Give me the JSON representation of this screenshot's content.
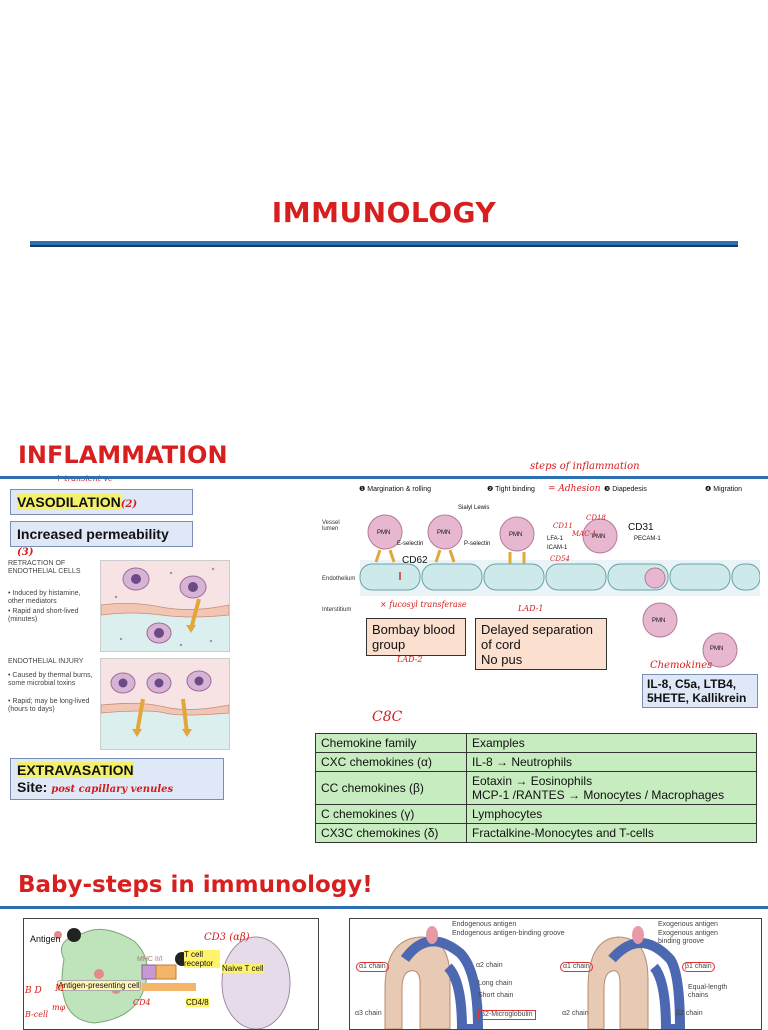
{
  "title": "IMMUNOLOGY",
  "inflammation": {
    "heading": "INFLAMMATION",
    "vasodilation": "VASODILATION",
    "vasodilation_note": "(2)",
    "permeability": "Increased permeability",
    "permeability_note": "(3)",
    "transient_note": "↑ transient vc",
    "retraction_title": "RETRACTION OF ENDOTHELIAL CELLS",
    "retraction_bullets": [
      "• Induced by histamine, other mediators",
      "• Rapid and short-lived (minutes)"
    ],
    "injury_title": "ENDOTHELIAL INJURY",
    "injury_bullets": [
      "• Caused by thermal burns, some microbial toxins",
      "• Rapid; may be long-lived (hours to days)"
    ],
    "extravasation": "EXTRAVASATION",
    "site_label": "Site:",
    "site_value": "post capillary venules"
  },
  "extravasation_figure": {
    "steps_note": "steps of inflammation",
    "step1": "Margination & rolling",
    "step2": "Tight binding",
    "step2_note": "= Adhesion",
    "step3": "Diapedesis",
    "step4": "Migration",
    "vessel_lumen": "Vessel lumen",
    "endothelium": "Endothelium",
    "interstitium": "Interstitium",
    "pmn": "PMN",
    "sialyl": "Sialyl Lewis",
    "e_selectin": "E-selectin",
    "p_selectin": "P-selectin",
    "cd62": "CD62",
    "lfa1": "LFA-1",
    "icam1": "ICAM-1",
    "cd31": "CD31",
    "pecam": "PECAM-1",
    "cd11": "CD11",
    "cd18": "CD18",
    "mac1": "MAC-1",
    "cd54": "CD54",
    "fucosyl": "× fucosyl transferase",
    "lad2": "LAD-2",
    "lad1": "LAD-1",
    "bombay": "Bombay blood group",
    "delayed": [
      "Delayed separation of cord",
      "No pus"
    ],
    "chemokines_note": "Chemokines",
    "chemokines_list": [
      "IL-8, C5a, LTB4,",
      "5HETE, Kallikrein"
    ],
    "c8c_note": "C8C"
  },
  "chemokine_table": {
    "headers": [
      "Chemokine family",
      "Examples"
    ],
    "rows": [
      {
        "family": "CXC chemokines (α)",
        "examples": [
          "IL-8 → Neutrophils"
        ]
      },
      {
        "family": "CC chemokines (β)",
        "examples": [
          "Eotaxin → Eosinophils",
          "MCP-1 /RANTES → Monocytes / Macrophages"
        ]
      },
      {
        "family": "C chemokines (γ)",
        "examples": [
          "Lymphocytes"
        ]
      },
      {
        "family": "CX3C chemokines (δ)",
        "examples": [
          "Fractalkine-Monocytes and T-cells"
        ]
      }
    ]
  },
  "baby_steps": {
    "heading": "Baby-steps in immunology!",
    "antigen": "Antigen",
    "apc": "Antigen-presenting cell",
    "mhc": "MHC II/I",
    "tcr": "T cell receptor",
    "naive": "Naive T cell",
    "cd48": "CD4/8",
    "cd3": "CD3 (αβ)",
    "cd4_note": "CD4",
    "left_notes": [
      "B D",
      "B-cell",
      "M",
      "mφ"
    ],
    "mhc1_labels": [
      "Endogenous antigen",
      "Endogenous antigen-binding groove",
      "α1 chain",
      "α2 chain",
      "Long chain",
      "Short chain",
      "α3 chain",
      "β2-Microglobulin"
    ],
    "mhc2_labels": [
      "Exogenous antigen",
      "Exogenous antigen binding groove",
      "α1 chain",
      "β1 chain",
      "Equal-length chains",
      "α2 chain",
      "β2 chain"
    ]
  }
}
